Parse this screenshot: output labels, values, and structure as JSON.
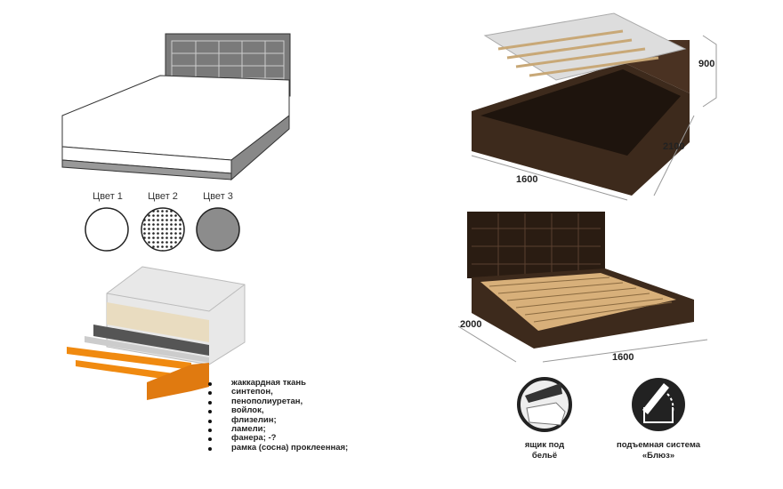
{
  "colors": {
    "items": [
      {
        "label": "Цвет 1",
        "fill": "#ffffff"
      },
      {
        "label": "Цвет 2",
        "fill": "dotted"
      },
      {
        "label": "Цвет 3",
        "fill": "#8c8c8c"
      }
    ]
  },
  "materials": [
    "жаккардная ткань",
    "синтепон,",
    "пенополиуретан,",
    "войлок,",
    "флизелин;",
    "ламели;",
    "фанера; -?",
    "рамка (сосна) проклеенная;"
  ],
  "dimensions_top": {
    "height": "900",
    "length": "2100",
    "width": "1600"
  },
  "dimensions_bottom": {
    "length": "2000",
    "width": "1600"
  },
  "features": [
    {
      "line1": "ящик под",
      "line2": "бельё"
    },
    {
      "line1": "подъемная система",
      "line2": "«Блюз»"
    }
  ]
}
